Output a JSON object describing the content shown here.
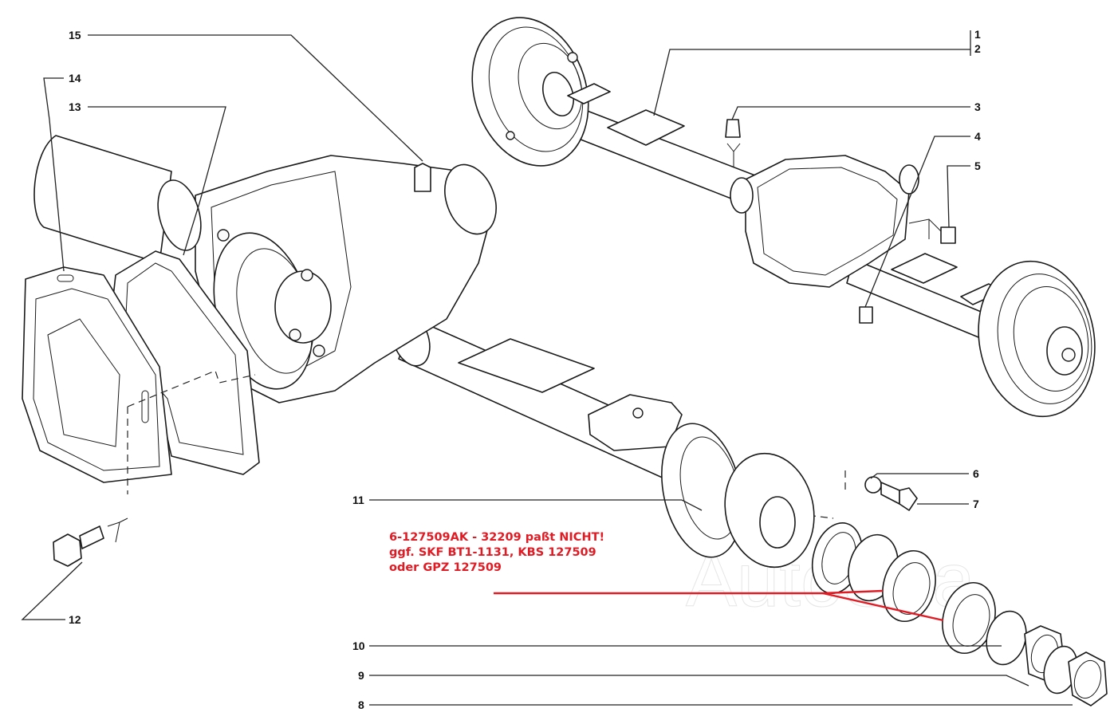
{
  "diagram": {
    "title": "Rear axle assembly – exploded view",
    "callouts": [
      {
        "id": "1",
        "label": "1"
      },
      {
        "id": "2",
        "label": "2"
      },
      {
        "id": "3",
        "label": "3"
      },
      {
        "id": "4",
        "label": "4"
      },
      {
        "id": "5",
        "label": "5"
      },
      {
        "id": "6",
        "label": "6"
      },
      {
        "id": "7",
        "label": "7"
      },
      {
        "id": "8",
        "label": "8"
      },
      {
        "id": "9",
        "label": "9"
      },
      {
        "id": "10",
        "label": "10"
      },
      {
        "id": "11",
        "label": "11"
      },
      {
        "id": "12",
        "label": "12"
      },
      {
        "id": "13",
        "label": "13"
      },
      {
        "id": "14",
        "label": "14"
      },
      {
        "id": "15",
        "label": "15"
      }
    ],
    "annotation": {
      "color": "#e01b24",
      "lines": [
        "6-127509AK - 32209 paßt NICHT!",
        "ggf. SKF BT1-1131, KBS 127509",
        "oder GPZ 127509"
      ]
    },
    "watermark": "AutoSca"
  }
}
